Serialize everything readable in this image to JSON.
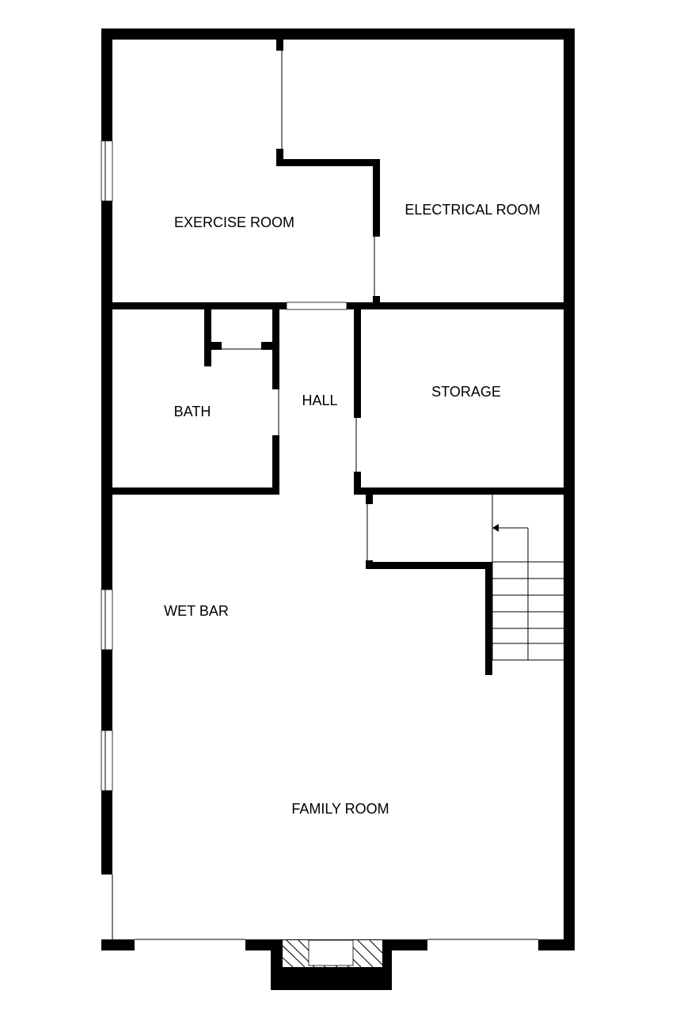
{
  "floorplan": {
    "rooms": {
      "exercise_room": "EXERCISE ROOM",
      "electrical_room": "ELECTRICAL ROOM",
      "bath": "BATH",
      "hall": "HALL",
      "storage": "STORAGE",
      "wet_bar": "WET BAR",
      "family_room": "FAMILY ROOM"
    },
    "colors": {
      "wall": "#000000",
      "background": "#ffffff"
    }
  }
}
